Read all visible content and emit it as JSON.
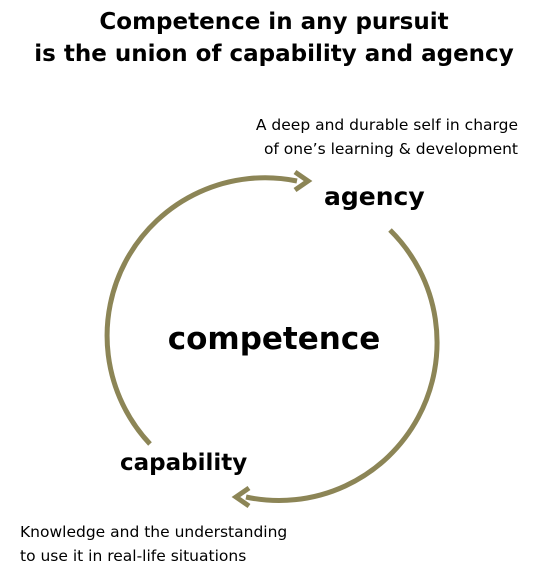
{
  "title": {
    "line1": "Competence in any pursuit",
    "line2": "is the union of capability and agency"
  },
  "center_label": "competence",
  "nodes": {
    "agency": {
      "label": "agency",
      "description_line1": "A deep and durable self in charge",
      "description_line2": "of one’s learning & development"
    },
    "capability": {
      "label": "capability",
      "description_line1": "Knowledge and the understanding",
      "description_line2": "to use it in real-life situations"
    }
  },
  "colors": {
    "arrow": "#8c8556",
    "text": "#000000",
    "background": "#ffffff"
  }
}
